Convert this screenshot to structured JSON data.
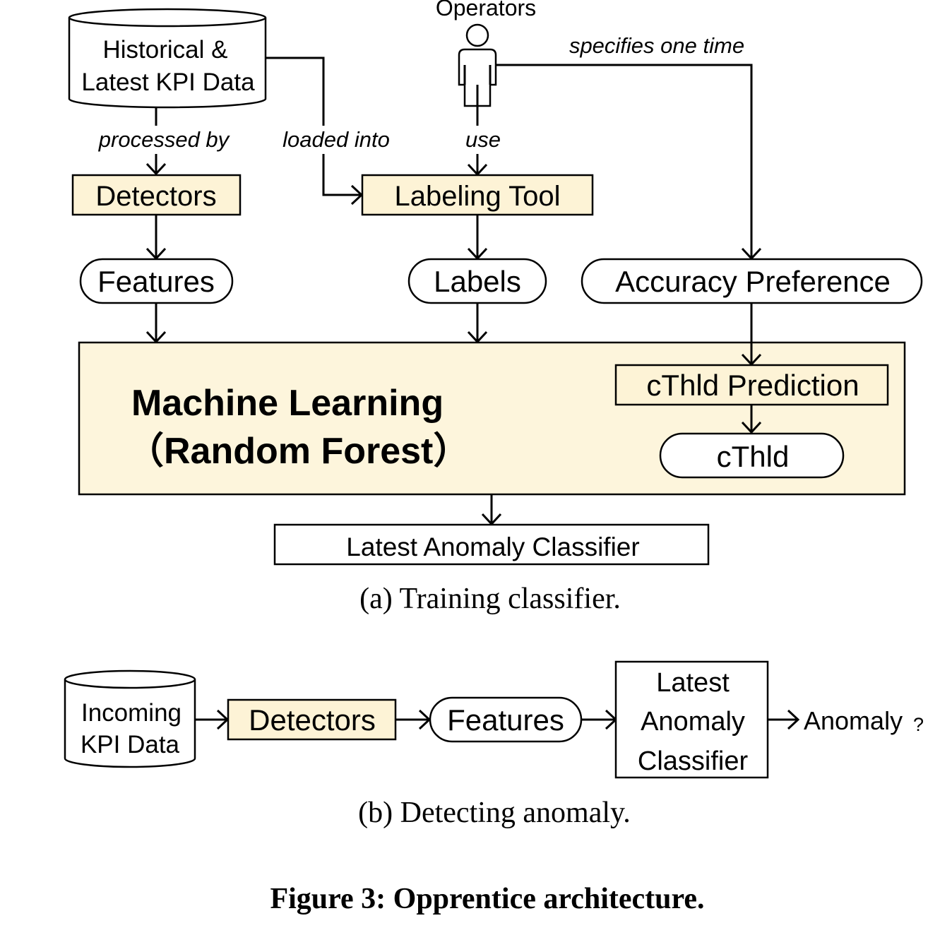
{
  "colors": {
    "box_fill": "#fdf3d6",
    "panel_fill": "#fdf5dc",
    "line": "#000000",
    "background": "#ffffff"
  },
  "training": {
    "db_line1": "Historical &",
    "db_line2": "Latest KPI Data",
    "operators": "Operators",
    "operator_icon": "person-icon",
    "edge_processed_by": "processed by",
    "edge_loaded_into": "loaded into",
    "edge_use": "use",
    "edge_specifies": "specifies one time",
    "detectors": "Detectors",
    "labeling_tool": "Labeling Tool",
    "features": "Features",
    "labels": "Labels",
    "accuracy_preference": "Accuracy Preference",
    "ml_line1": "Machine Learning",
    "ml_line2": "（Random Forest）",
    "cthld_prediction": "cThld Prediction",
    "cthld": "cThld",
    "classifier": "Latest Anomaly Classifier",
    "caption": "(a) Training classifier."
  },
  "detecting": {
    "db_line1": "Incoming",
    "db_line2": "KPI Data",
    "detectors": "Detectors",
    "features": "Features",
    "classifier_line1": "Latest",
    "classifier_line2": "Anomaly",
    "classifier_line3": "Classifier",
    "output": "Anomaly",
    "output_q": "?",
    "caption": "(b) Detecting anomaly."
  },
  "figure_caption": "Figure 3: Opprentice architecture."
}
